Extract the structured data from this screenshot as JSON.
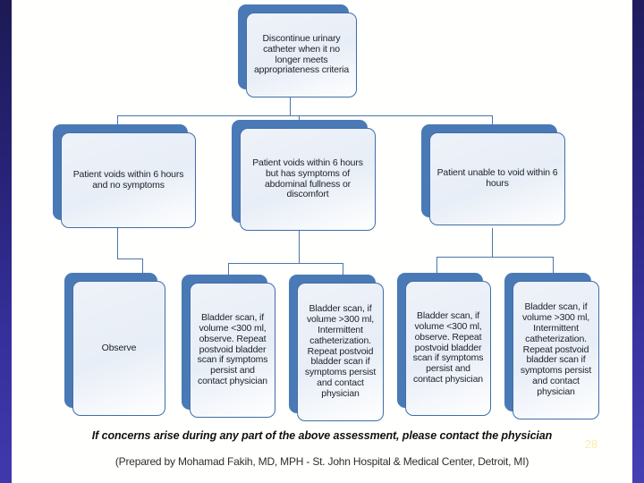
{
  "slide": {
    "page_number": "28",
    "footer_note": "If concerns arise during any part of the above assessment, please contact the physician",
    "footer_credit": "(Prepared by Mohamad Fakih, MD, MPH -  St. John Hospital & Medical Center, Detroit, MI)"
  },
  "colors": {
    "node_shadow": "#4a7ab5",
    "node_border": "#3f6ea8",
    "node_fill": "#eef2f8",
    "connector": "#4a76a8",
    "edge_bar_dark": "#1d1a55",
    "edge_bar_light": "#4540b4",
    "page_number": "#f5efb0"
  },
  "chart_data": {
    "type": "diagram",
    "title": "Urinary catheter discontinuation assessment flowchart",
    "nodes": [
      {
        "id": "root",
        "level": 1,
        "label": "Discontinue urinary catheter when it no longer meets appropriateness criteria"
      },
      {
        "id": "branch-a",
        "level": 2,
        "label": "Patient voids within 6 hours and no symptoms"
      },
      {
        "id": "branch-b",
        "level": 2,
        "label": "Patient voids within 6 hours but has symptoms of abdominal fullness or discomfort"
      },
      {
        "id": "branch-c",
        "level": 2,
        "label": "Patient unable to void within 6 hours"
      },
      {
        "id": "leaf-1",
        "level": 3,
        "label": "Observe"
      },
      {
        "id": "leaf-2",
        "level": 3,
        "label": "Bladder scan, if volume <300 ml, observe. Repeat postvoid bladder scan if symptoms persist and contact physician"
      },
      {
        "id": "leaf-3",
        "level": 3,
        "label": "Bladder scan, if volume >300 ml, Intermittent catheterization. Repeat postvoid bladder scan if symptoms persist and contact physician"
      },
      {
        "id": "leaf-4",
        "level": 3,
        "label": "Bladder scan, if volume <300 ml, observe. Repeat postvoid bladder scan if symptoms persist and contact physician"
      },
      {
        "id": "leaf-5",
        "level": 3,
        "label": "Bladder scan, if volume >300 ml, Intermittent catheterization. Repeat postvoid bladder scan if symptoms persist and contact physician"
      }
    ],
    "edges": [
      {
        "from": "root",
        "to": "branch-a"
      },
      {
        "from": "root",
        "to": "branch-b"
      },
      {
        "from": "root",
        "to": "branch-c"
      },
      {
        "from": "branch-a",
        "to": "leaf-1"
      },
      {
        "from": "branch-b",
        "to": "leaf-2"
      },
      {
        "from": "branch-b",
        "to": "leaf-3"
      },
      {
        "from": "branch-c",
        "to": "leaf-4"
      },
      {
        "from": "branch-c",
        "to": "leaf-5"
      }
    ]
  }
}
